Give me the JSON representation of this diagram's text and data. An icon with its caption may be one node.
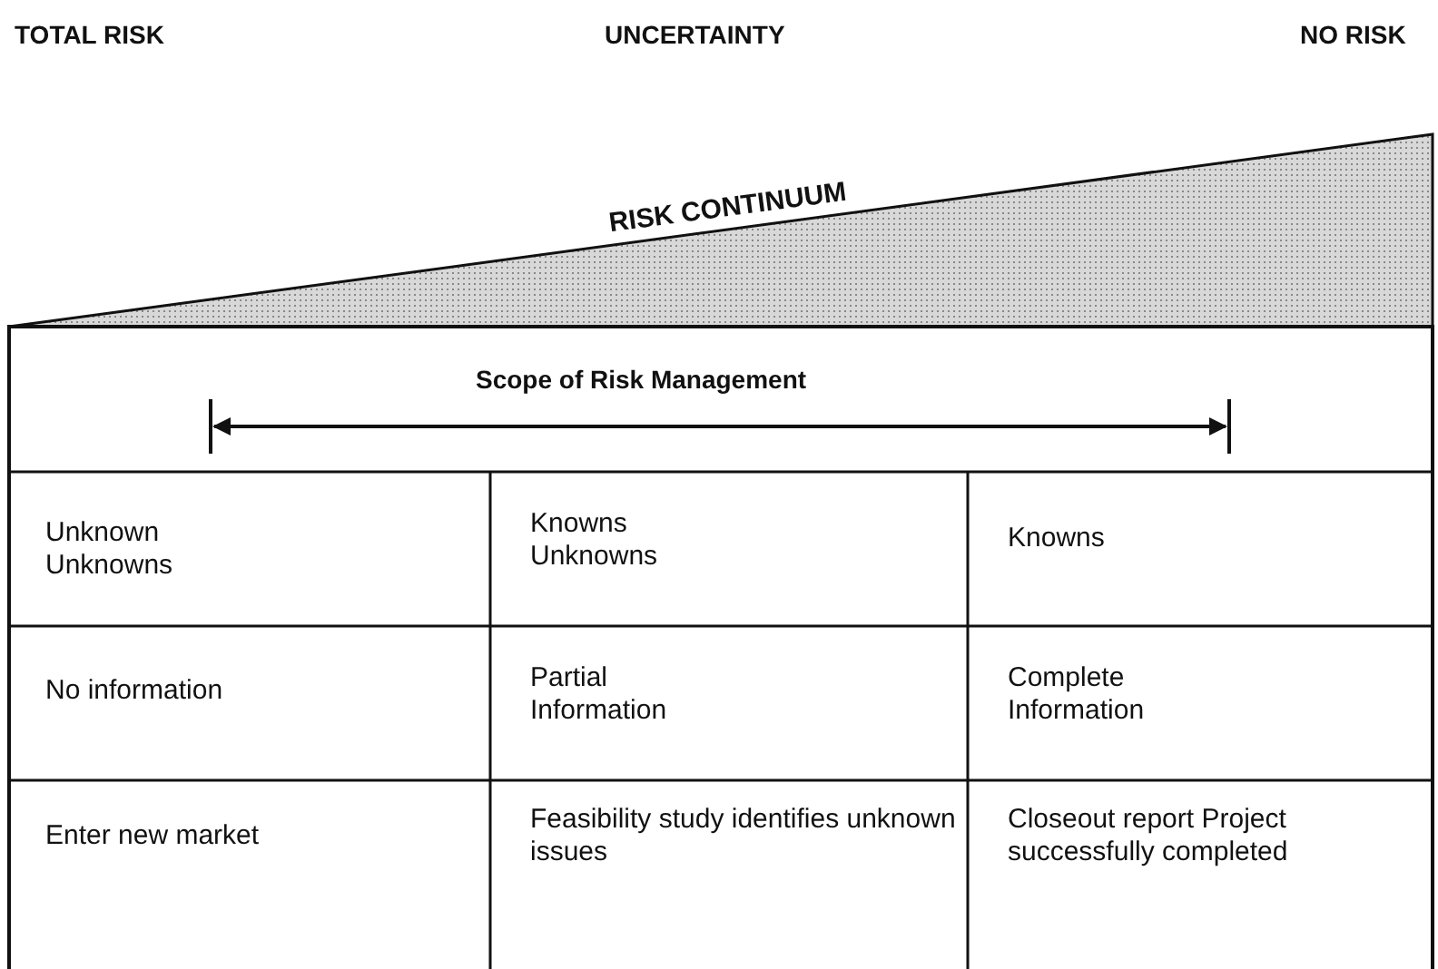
{
  "diagram": {
    "nodes": [
      {
        "text": [
          "RISK CONTINUUM"
        ]
      }
    ],
    "labels": [
      "TOTAL RISK",
      "UNCERTAINTY",
      "NO RISK",
      "Scope of Risk Management",
      "Unknown Unknowns",
      "Knowns Unknowns",
      "Knowns",
      "No information",
      "Partial Information",
      "Complete Information",
      "Enter new market",
      "Feasibility study identifies unknown issues",
      "Closeout report Project successfully completed"
    ]
  }
}
